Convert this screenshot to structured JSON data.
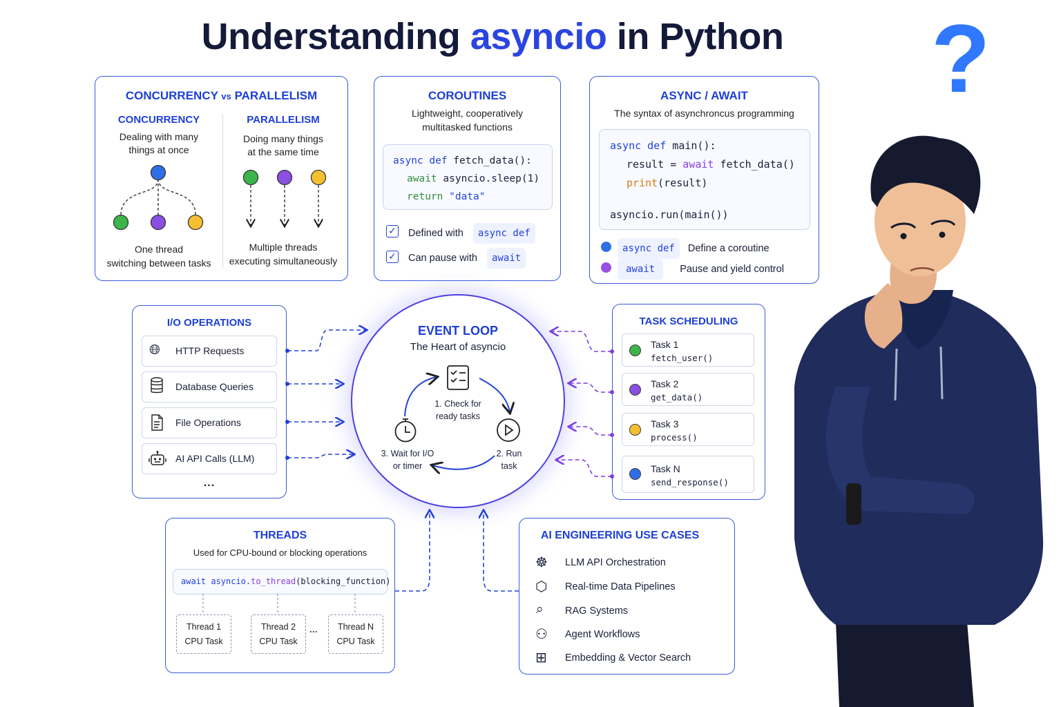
{
  "title": {
    "part1": "Understanding",
    "highlight": "asyncio",
    "part2": "in Python"
  },
  "question_mark": "?",
  "concurrency_parallelism": {
    "title_a": "CONCURRENCY",
    "title_vs": "vs",
    "title_b": "PARALLELISM",
    "concurrency": {
      "heading": "CONCURRENCY",
      "desc_1": "Dealing with many",
      "desc_2": "things at once",
      "caption_1": "One thread",
      "caption_2": "switching between tasks"
    },
    "parallelism": {
      "heading": "PARALLELISM",
      "desc_1": "Doing many things",
      "desc_2": "at the same time",
      "caption_1": "Multiple threads",
      "caption_2": "executing simultaneously"
    }
  },
  "coroutines": {
    "title": "COROUTINES",
    "desc_1": "Lightweight, cooperatively",
    "desc_2": "multitasked functions",
    "code": {
      "l1_kw": "async def",
      "l1_rest": " fetch_data():",
      "l2_kw": "await",
      "l2_rest": " asyncio.sleep(1)",
      "l3_kw": "return",
      "l3_str": " \"data\""
    },
    "check_1_label": "Defined with",
    "check_1_code": "async def",
    "check_2_label": "Can pause with",
    "check_2_code": "await"
  },
  "async_await": {
    "title": "ASYNC / AWAIT",
    "desc": "The syntax of asynchroncus programming",
    "code": {
      "l1_kw": "async def",
      "l1_rest": " main():",
      "l2_a": "result = ",
      "l2_kw": "await",
      "l2_rest": " fetch_data()",
      "l3_fn": "print",
      "l3_rest": "(result)",
      "l4": "asyncio.run(main())"
    },
    "legend_1_code": "async def",
    "legend_1_desc": "Define a coroutine",
    "legend_2_code": "await",
    "legend_2_desc": "Pause and yield control",
    "colors": {
      "async": "#2f6fe6",
      "await": "#9a4fe0"
    }
  },
  "io_operations": {
    "title": "I/O OPERATIONS",
    "items": [
      {
        "label": "HTTP Requests",
        "icon": "globe-icon"
      },
      {
        "label": "Database Queries",
        "icon": "database-icon"
      },
      {
        "label": "File Operations",
        "icon": "file-icon"
      },
      {
        "label": "AI API Calls (LLM)",
        "icon": "robot-icon"
      }
    ],
    "more": "..."
  },
  "event_loop": {
    "title": "EVENT LOOP",
    "subtitle": "The Heart of asyncio",
    "step_1_a": "1. Check for",
    "step_1_b": "ready tasks",
    "step_2_a": "2. Run",
    "step_2_b": "task",
    "step_3_a": "3. Wait for I/O",
    "step_3_b": "or timer"
  },
  "task_scheduling": {
    "title": "TASK SCHEDULING",
    "tasks": [
      {
        "name": "Task 1",
        "fn": "fetch_user()",
        "color": "#3cb54a"
      },
      {
        "name": "Task 2",
        "fn": "get_data()",
        "color": "#8a4fe0"
      },
      {
        "name": "Task 3",
        "fn": "process()",
        "color": "#f5c030"
      },
      {
        "name": "Task N",
        "fn": "send_response()",
        "color": "#2f6fe6"
      }
    ]
  },
  "threads": {
    "title": "THREADS",
    "desc": "Used for CPU-bound or blocking operations",
    "code_kw": "await",
    "code_mid": " asyncio.",
    "code_fn": "to_thread",
    "code_rest": "(blocking_function)",
    "thread_boxes": [
      {
        "name": "Thread 1",
        "task": "CPU Task"
      },
      {
        "name": "Thread 2",
        "task": "CPU Task"
      },
      {
        "name": "Thread N",
        "task": "CPU Task"
      }
    ],
    "ellipsis": "..."
  },
  "ai_use_cases": {
    "title": "AI ENGINEERING USE CASES",
    "items": [
      {
        "label": "LLM API Orchestration",
        "icon": "brain-icon"
      },
      {
        "label": "Real-time Data Pipelines",
        "icon": "pipeline-icon"
      },
      {
        "label": "RAG Systems",
        "icon": "document-search-icon"
      },
      {
        "label": "Agent Workflows",
        "icon": "agents-icon"
      },
      {
        "label": "Embedding & Vector Search",
        "icon": "vector-icon"
      }
    ]
  },
  "dot_colors": {
    "blue": "#2f6fe6",
    "green": "#3cb54a",
    "purple": "#8a4fe0",
    "yellow": "#f5c030"
  }
}
